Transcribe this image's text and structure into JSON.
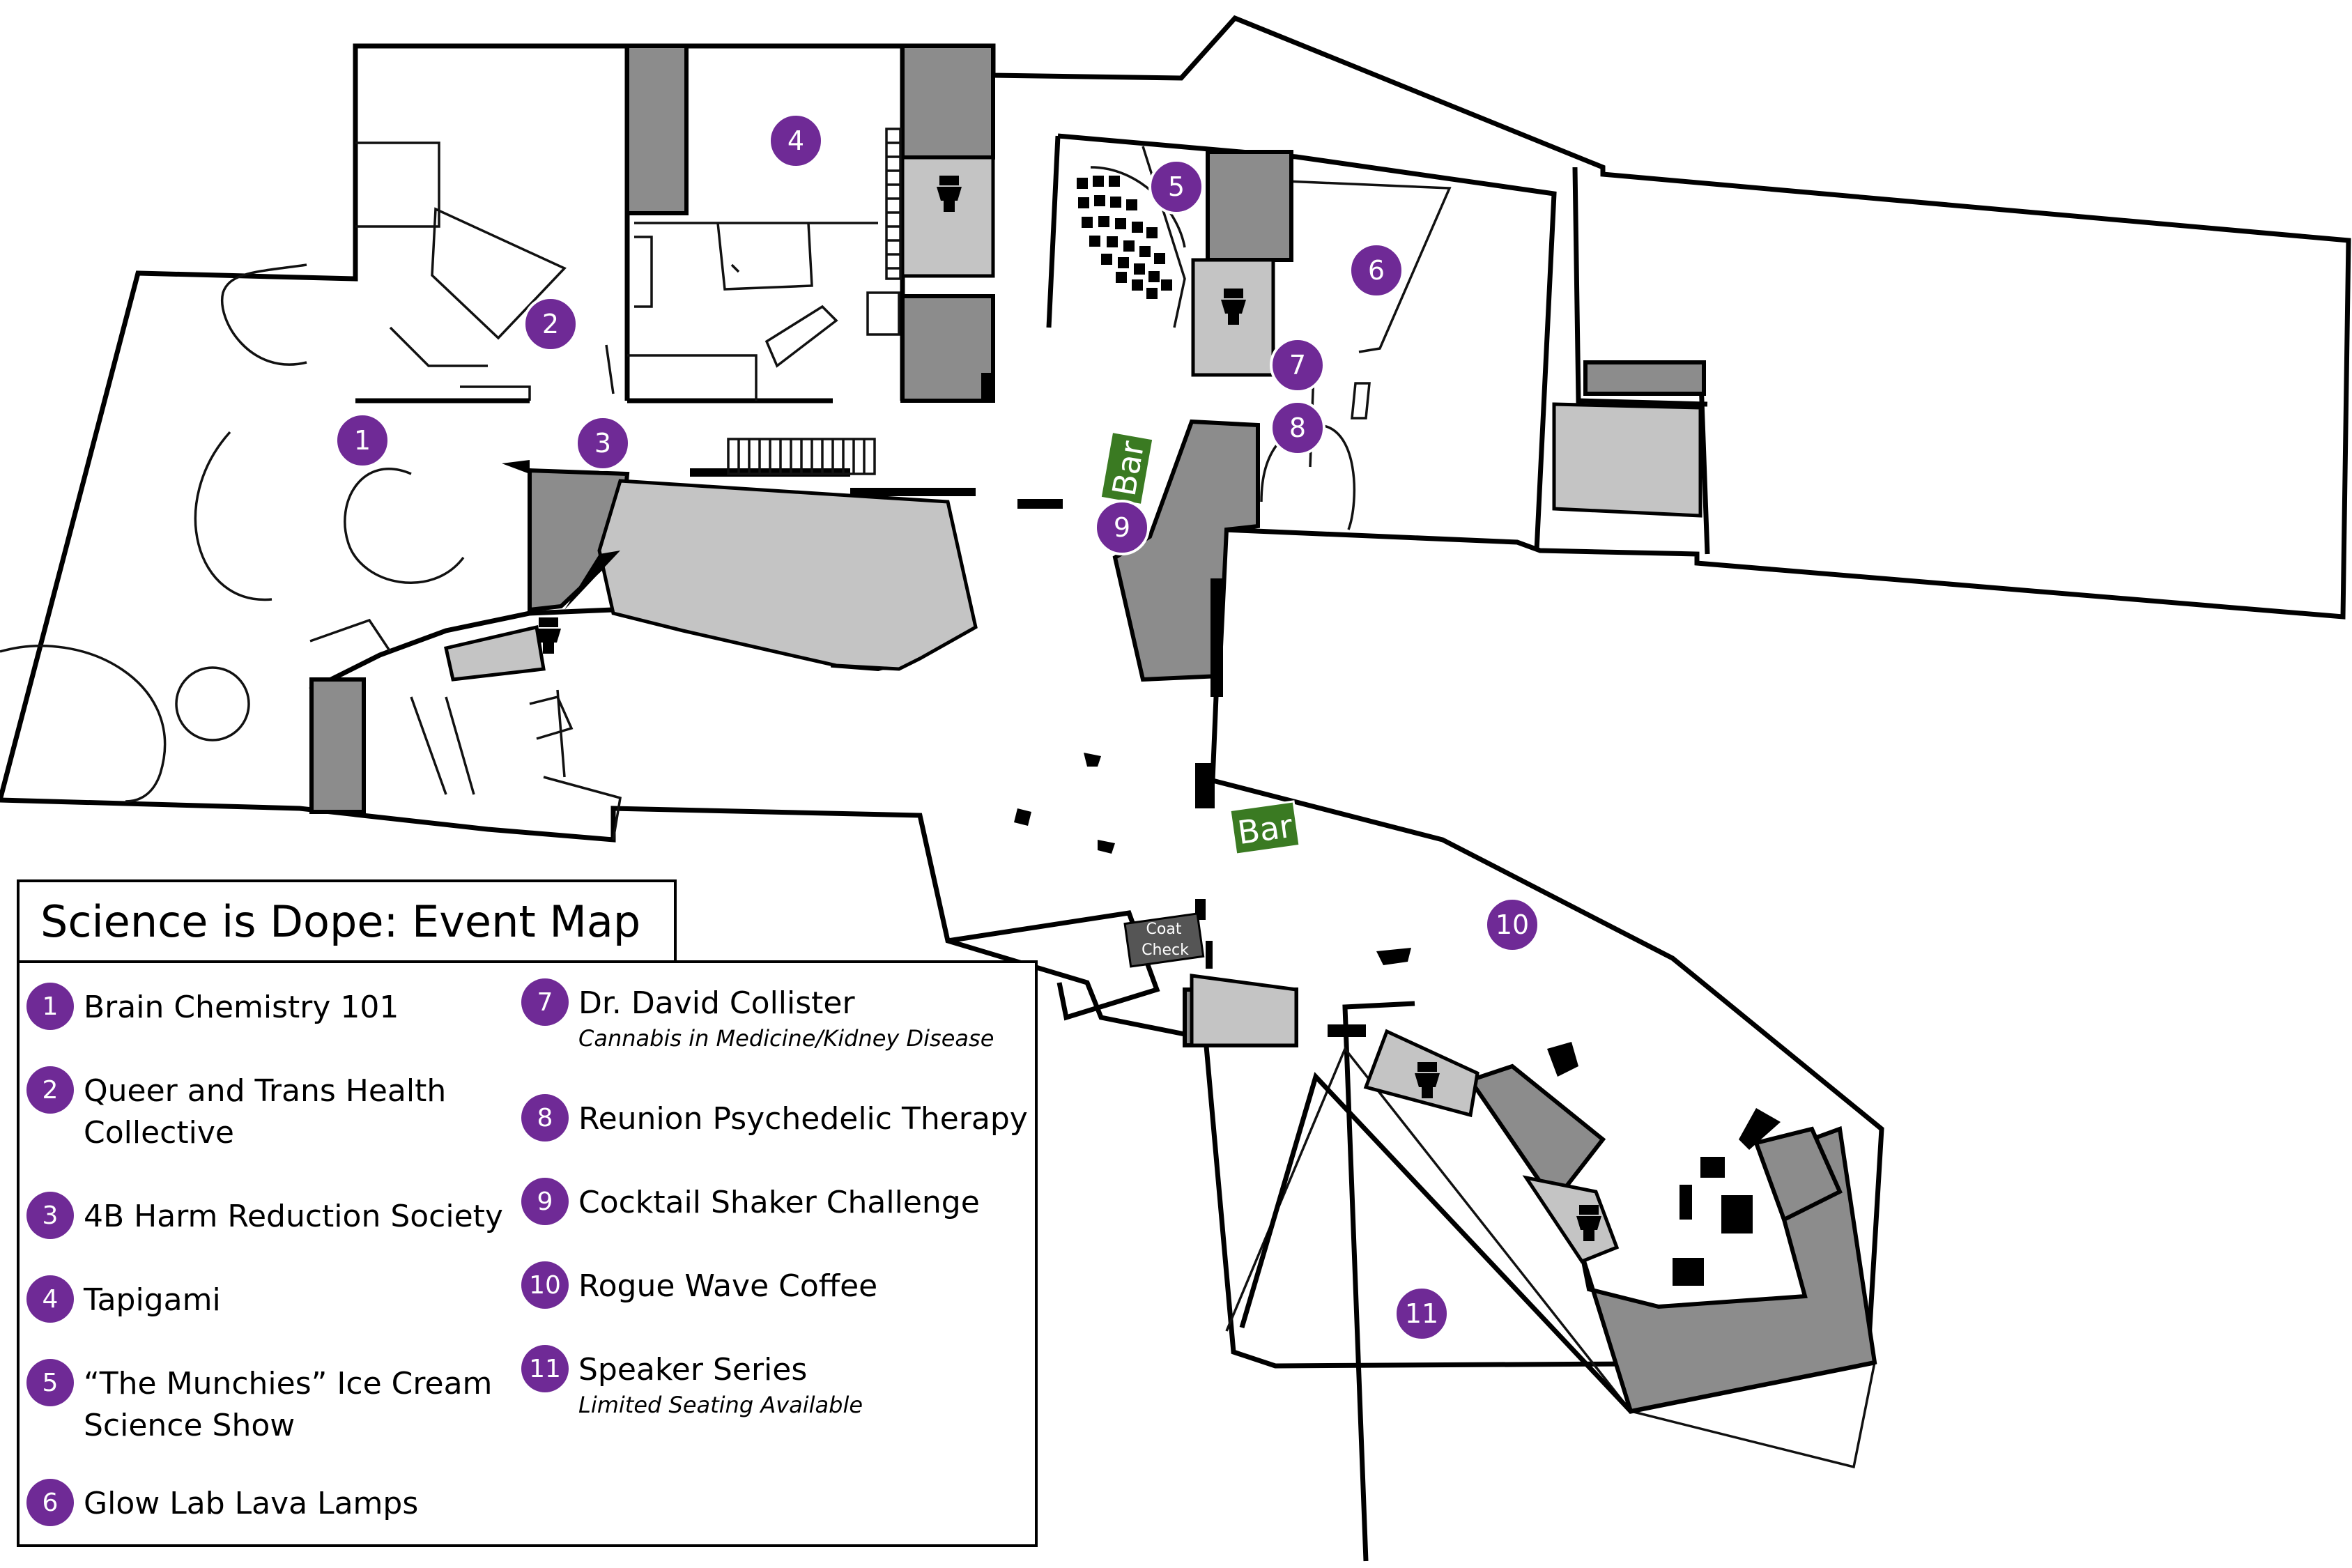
{
  "title": "Science is Dope: Event Map",
  "labels": {
    "bar": "Bar",
    "coat_check_line1": "Coat",
    "coat_check_line2": "Check"
  },
  "legend": {
    "items": [
      {
        "num": "1",
        "name": "Brain Chemistry 101",
        "sub": ""
      },
      {
        "num": "2",
        "name": "Queer and Trans Health Collective",
        "sub": ""
      },
      {
        "num": "3",
        "name": "4B Harm Reduction Society",
        "sub": ""
      },
      {
        "num": "4",
        "name": "Tapigami",
        "sub": ""
      },
      {
        "num": "5",
        "name": "“The Munchies” Ice Cream Science Show",
        "sub": ""
      },
      {
        "num": "6",
        "name": "Glow Lab Lava Lamps",
        "sub": ""
      },
      {
        "num": "7",
        "name": "Dr. David Collister",
        "sub": "Cannabis in Medicine/Kidney Disease"
      },
      {
        "num": "8",
        "name": "Reunion Psychedelic Therapy",
        "sub": ""
      },
      {
        "num": "9",
        "name": "Cocktail Shaker Challenge",
        "sub": ""
      },
      {
        "num": "10",
        "name": "Rogue Wave Coffee",
        "sub": ""
      },
      {
        "num": "11",
        "name": "Speaker Series",
        "sub": "Limited Seating Available"
      }
    ]
  },
  "colors": {
    "marker": "#6f2a96",
    "bar_sign": "#3a7a22",
    "dark_room": "#8c8c8c",
    "light_room": "#c4c4c4"
  },
  "icons": {
    "restroom": "toilet-icon"
  }
}
